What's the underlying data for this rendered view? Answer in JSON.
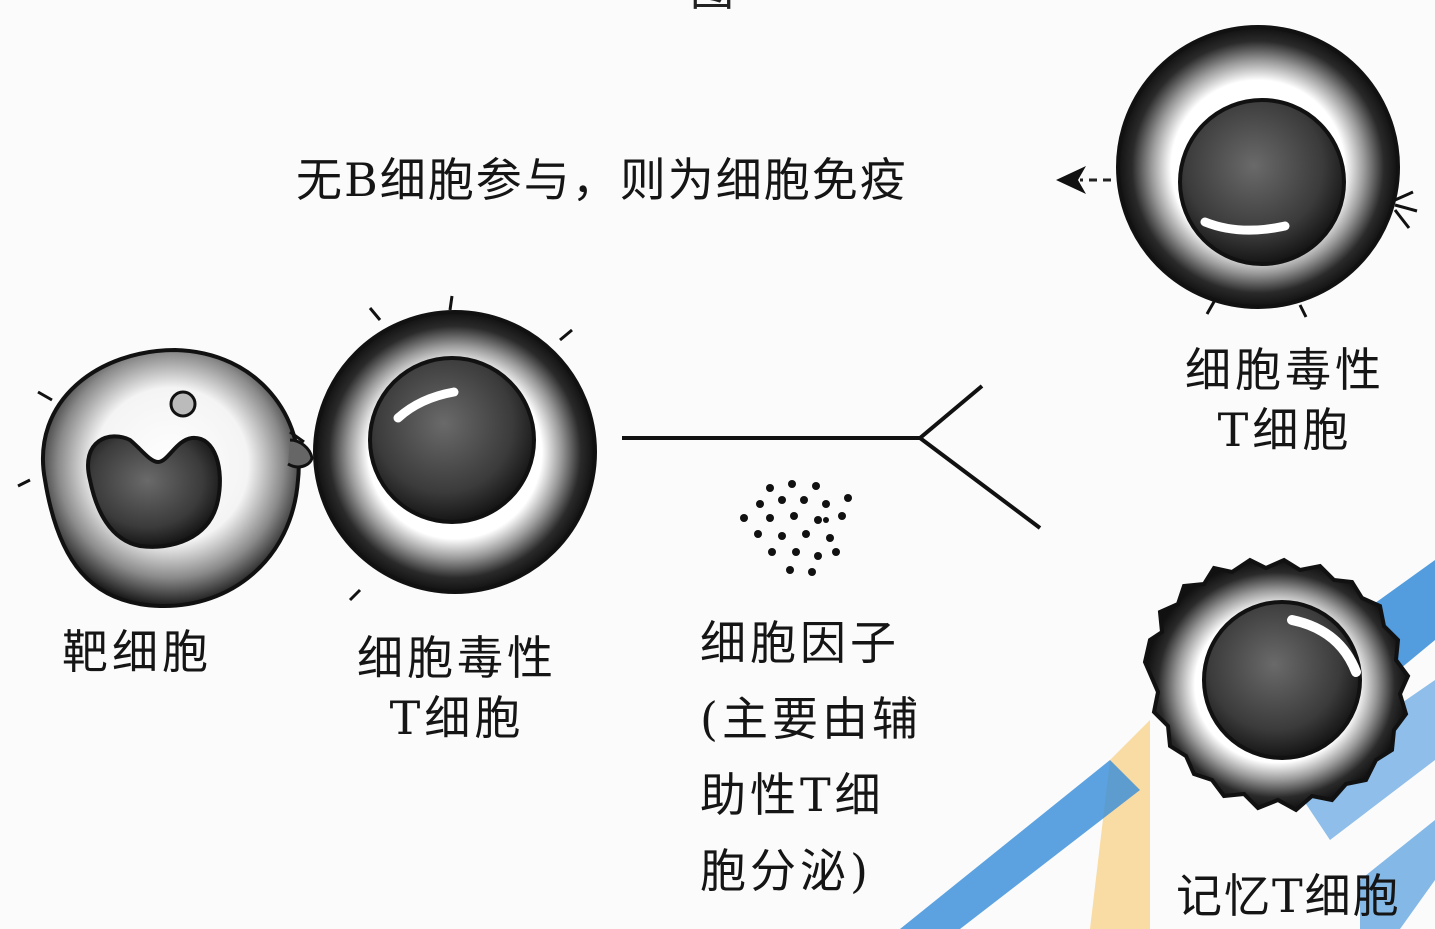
{
  "figure": {
    "caption_top": "图"
  },
  "annotations": {
    "top_note": "无B细胞参与，则为细胞免疫"
  },
  "cells": {
    "target_cell": {
      "label": "靶细胞"
    },
    "cytotoxic_t_left": {
      "label_line1": "细胞毒性",
      "label_line2": "T细胞"
    },
    "cytokine": {
      "label_line1": "细胞因子",
      "label_line2": "(主要由辅",
      "label_line3": "助性T细",
      "label_line4": "胞分泌)"
    },
    "cytotoxic_t_right": {
      "label_line1": "细胞毒性",
      "label_line2": "T细胞"
    },
    "memory_t": {
      "label": "记忆T细胞"
    }
  },
  "colors": {
    "ink": "#151515",
    "watermark_blue": "#1e7fd6",
    "watermark_orange": "#f6b94a"
  }
}
